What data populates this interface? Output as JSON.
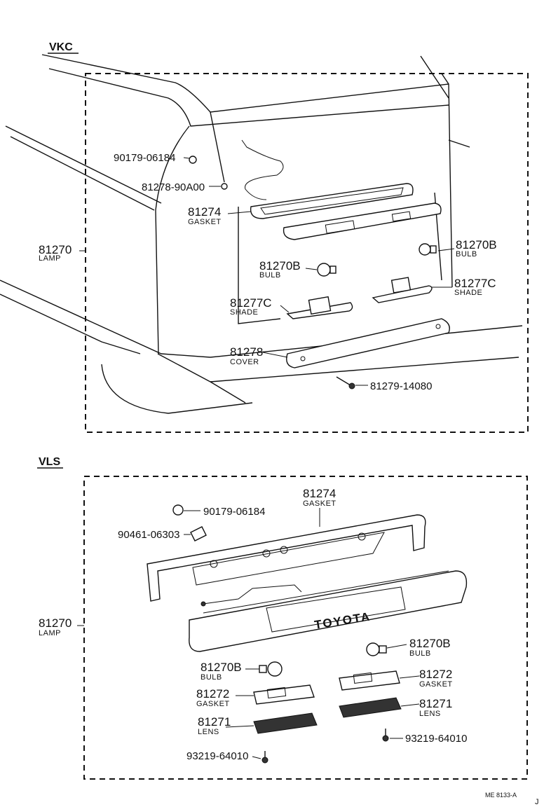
{
  "sections": {
    "vkc": {
      "label": "VKC",
      "lamp": {
        "number": "81270",
        "name": "LAMP"
      },
      "parts": {
        "nut": {
          "number": "90179-06184"
        },
        "clip": {
          "number": "81278-90A00"
        },
        "gasket": {
          "number": "81274",
          "name": "GASKET"
        },
        "bulb_right": {
          "number": "81270B",
          "name": "BULB"
        },
        "bulb_left": {
          "number": "81270B",
          "name": "BULB"
        },
        "shade_right": {
          "number": "81277C",
          "name": "SHADE"
        },
        "shade_left": {
          "number": "81277C",
          "name": "SHADE"
        },
        "cover": {
          "number": "81278",
          "name": "COVER"
        },
        "screw": {
          "number": "81279-14080"
        }
      }
    },
    "vls": {
      "label": "VLS",
      "lamp": {
        "number": "81270",
        "name": "LAMP"
      },
      "emblem": "TOYOTA",
      "parts": {
        "gasket_top": {
          "number": "81274",
          "name": "GASKET"
        },
        "nut": {
          "number": "90179-06184"
        },
        "clip": {
          "number": "90461-06303"
        },
        "bulb_right": {
          "number": "81270B",
          "name": "BULB"
        },
        "bulb_left": {
          "number": "81270B",
          "name": "BULB"
        },
        "gasket_right": {
          "number": "81272",
          "name": "GASKET"
        },
        "gasket_left": {
          "number": "81272",
          "name": "GASKET"
        },
        "lens_right": {
          "number": "81271",
          "name": "LENS"
        },
        "lens_left": {
          "number": "81271",
          "name": "LENS"
        },
        "screw_right": {
          "number": "93219-64010"
        },
        "screw_left": {
          "number": "93219-64010"
        }
      }
    }
  },
  "reference": "ME 8133-A",
  "corner_mark": "J"
}
